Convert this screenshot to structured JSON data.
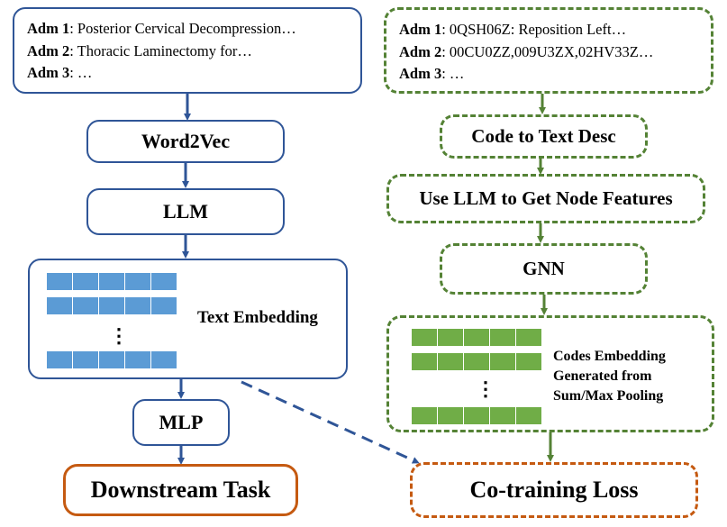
{
  "left": {
    "admissions": [
      {
        "label": "Adm 1",
        "text": ": Posterior Cervical Decompression…"
      },
      {
        "label": "Adm 2",
        "text": ": Thoracic Laminectomy for…"
      },
      {
        "label": "Adm 3",
        "text": ": …"
      }
    ],
    "word2vec": "Word2Vec",
    "llm": "LLM",
    "embedding_label": "Text Embedding",
    "mlp": "MLP",
    "task": "Downstream Task"
  },
  "right": {
    "admissions": [
      {
        "label": "Adm 1",
        "text": ": 0QSH06Z: Reposition Left…"
      },
      {
        "label": "Adm 2",
        "text": ": 00CU0ZZ,009U3ZX,02HV33Z…"
      },
      {
        "label": "Adm 3",
        "text": ": …"
      }
    ],
    "code_to_text": "Code to Text Desc",
    "llm_features": "Use LLM to Get Node Features",
    "gnn": "GNN",
    "embedding_label_lines": [
      "Codes Embedding",
      "Generated from",
      "Sum/Max Pooling"
    ],
    "loss": "Co-training Loss"
  },
  "ellipsis": "⋮",
  "colors": {
    "blue_border": "#2f5597",
    "green_border": "#548235",
    "orange_border": "#c55a11",
    "blue_cell": "#5b9bd5",
    "green_cell": "#70ad47"
  }
}
